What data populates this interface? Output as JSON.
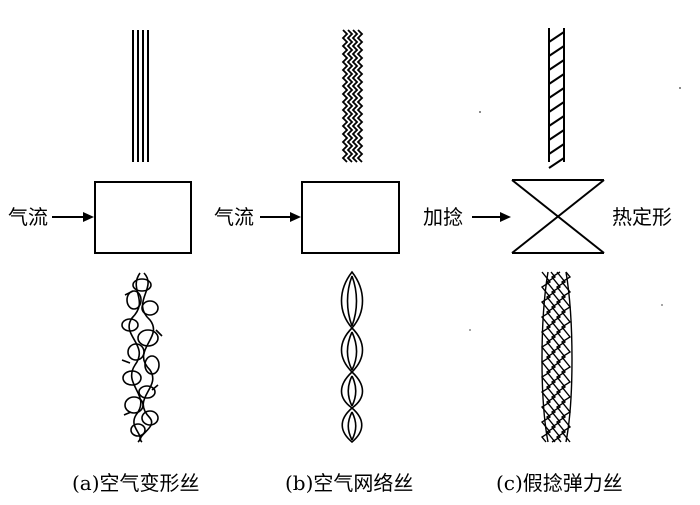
{
  "panels": [
    {
      "caption": "(a)空气变形丝",
      "input_label": "气流"
    },
    {
      "caption": "(b)空气网络丝",
      "input_label": "气流"
    },
    {
      "caption": "(c)假捻弹力丝",
      "input_label": "加捻",
      "side_label": "热定形"
    }
  ]
}
